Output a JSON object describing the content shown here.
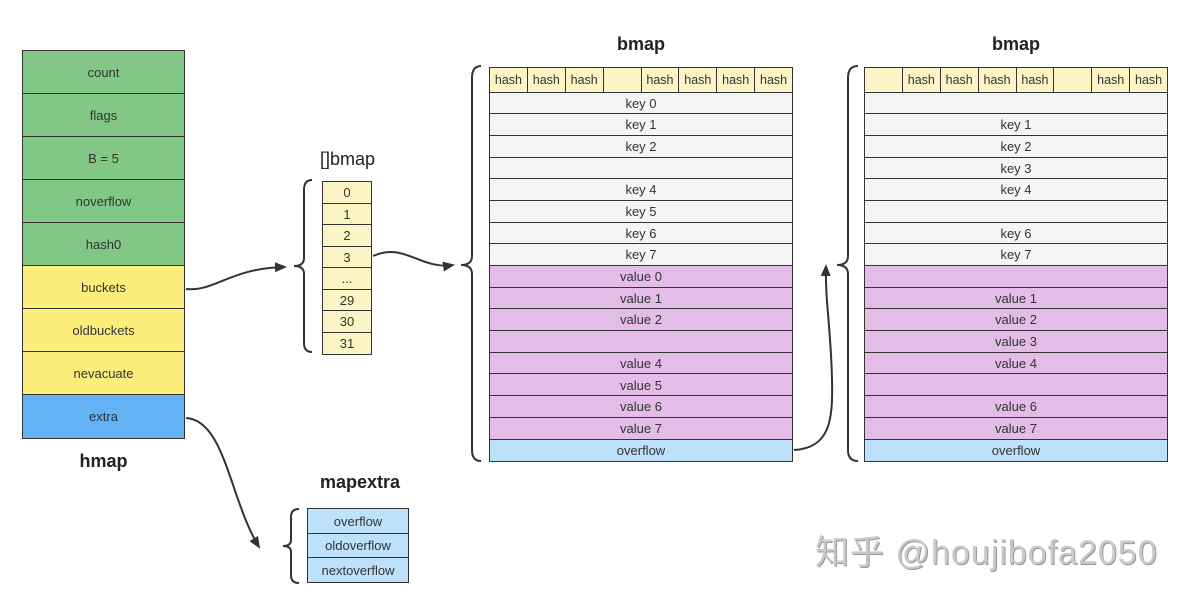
{
  "hmap": {
    "title": "hmap",
    "fields": [
      {
        "label": "count",
        "color": "#82c785"
      },
      {
        "label": "flags",
        "color": "#82c785"
      },
      {
        "label": "B = 5",
        "color": "#82c785"
      },
      {
        "label": "noverflow",
        "color": "#82c785"
      },
      {
        "label": "hash0",
        "color": "#82c785"
      },
      {
        "label": "buckets",
        "color": "#fbee7b"
      },
      {
        "label": "oldbuckets",
        "color": "#fbee7b"
      },
      {
        "label": "nevacuate",
        "color": "#fbee7b"
      },
      {
        "label": "extra",
        "color": "#62b2f5"
      }
    ]
  },
  "bucket_array": {
    "title": "[]bmap",
    "items": [
      "0",
      "1",
      "2",
      "3",
      "...",
      "29",
      "30",
      "31"
    ]
  },
  "bmap1": {
    "title": "bmap",
    "tophash": [
      "hash",
      "hash",
      "hash",
      "",
      "hash",
      "hash",
      "hash",
      "hash"
    ],
    "keys": [
      "key 0",
      "key 1",
      "key 2",
      "",
      "key 4",
      "key 5",
      "key 6",
      "key 7"
    ],
    "values": [
      "value 0",
      "value 1",
      "value 2",
      "",
      "value 4",
      "value 5",
      "value 6",
      "value 7"
    ],
    "overflow": "overflow"
  },
  "bmap2": {
    "title": "bmap",
    "tophash": [
      "",
      "hash",
      "hash",
      "hash",
      "hash",
      "",
      "hash",
      "hash"
    ],
    "keys": [
      "",
      "key 1",
      "key 2",
      "key 3",
      "key 4",
      "",
      "key 6",
      "key 7"
    ],
    "values": [
      "",
      "value 1",
      "value 2",
      "value 3",
      "value 4",
      "",
      "value 6",
      "value 7"
    ],
    "overflow": "overflow"
  },
  "mapextra": {
    "title": "mapextra",
    "fields": [
      "overflow",
      "oldoverflow",
      "nextoverflow"
    ]
  },
  "watermark": "知乎 @houjibofa2050",
  "colors": {
    "header_green": "#82c785",
    "pointer_yellow": "#fbee7b",
    "extra_blue": "#62b2f5",
    "tophash_yellow": "#fbf4c4",
    "key_grey": "#f5f5f5",
    "value_purple": "#e3bde8",
    "overflow_blue": "#bde0fb"
  }
}
